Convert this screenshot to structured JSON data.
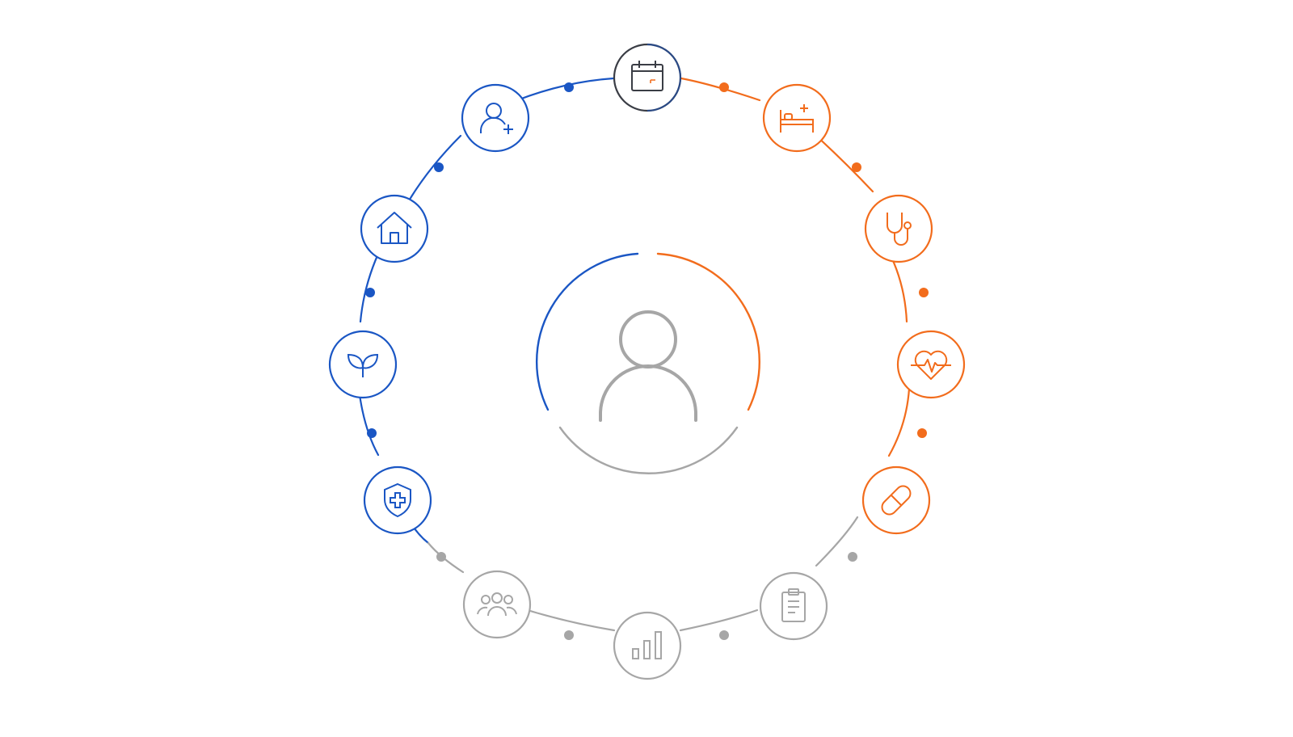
{
  "colors": {
    "blue": "#1a56c4",
    "orange": "#f26c1c",
    "gray": "#a6a6a6",
    "dark": "#3a3d45",
    "background": "#ffffff"
  },
  "center": {
    "icon": "person-icon"
  },
  "nodes": [
    {
      "icon": "calendar-icon",
      "group": "top"
    },
    {
      "icon": "hospital-bed-icon",
      "group": "orange"
    },
    {
      "icon": "stethoscope-icon",
      "group": "orange"
    },
    {
      "icon": "heart-pulse-icon",
      "group": "orange"
    },
    {
      "icon": "pill-icon",
      "group": "orange"
    },
    {
      "icon": "clipboard-icon",
      "group": "gray"
    },
    {
      "icon": "bar-chart-icon",
      "group": "gray"
    },
    {
      "icon": "group-icon",
      "group": "gray"
    },
    {
      "icon": "shield-plus-icon",
      "group": "blue"
    },
    {
      "icon": "leaf-icon",
      "group": "blue"
    },
    {
      "icon": "home-icon",
      "group": "blue"
    },
    {
      "icon": "add-user-icon",
      "group": "blue"
    }
  ]
}
